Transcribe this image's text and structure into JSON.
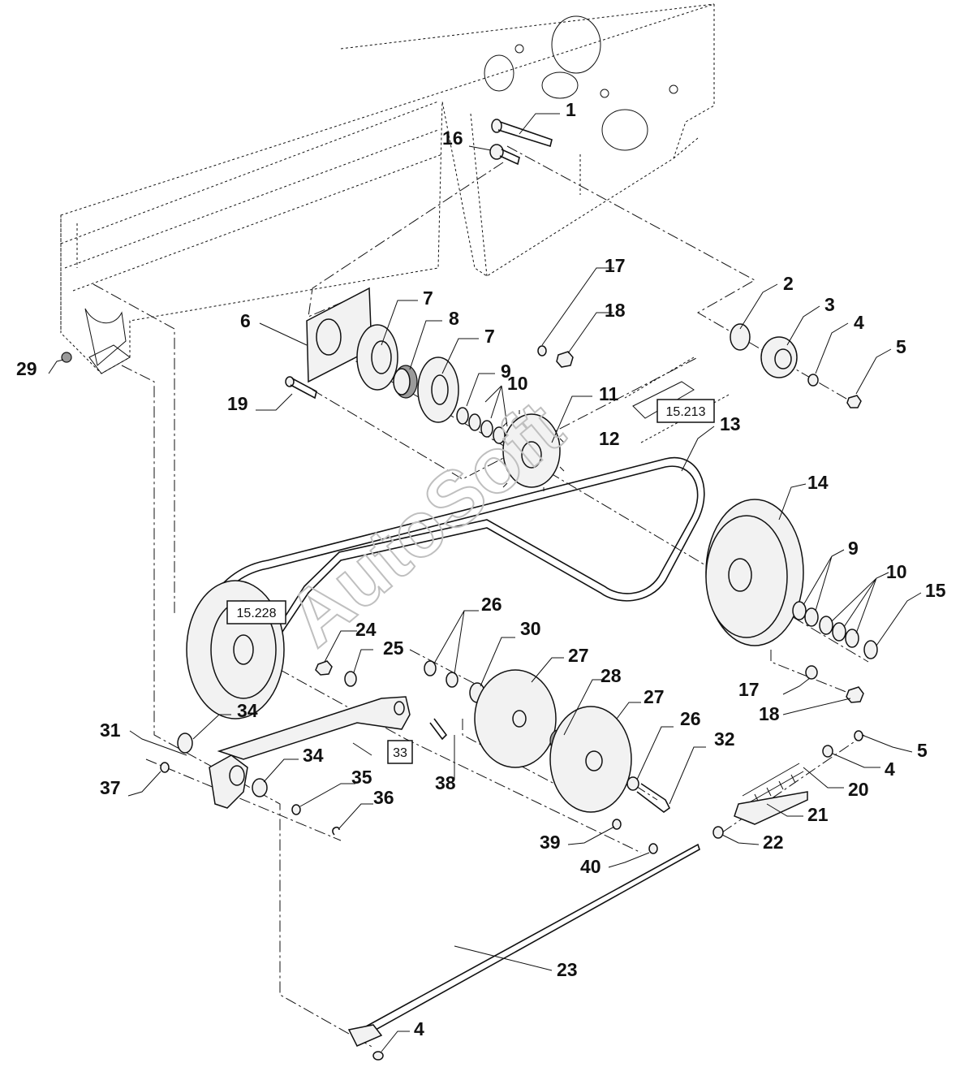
{
  "diagram": {
    "watermark": "AutoSoft",
    "reference_boxes": [
      "15.213",
      "15.228",
      "33"
    ],
    "callouts": [
      "1",
      "2",
      "3",
      "4",
      "5",
      "6",
      "7",
      "8",
      "7",
      "9",
      "10",
      "11",
      "12",
      "13",
      "14",
      "9",
      "10",
      "15",
      "16",
      "17",
      "18",
      "17",
      "18",
      "19",
      "20",
      "21",
      "22",
      "23",
      "24",
      "25",
      "26",
      "26",
      "27",
      "27",
      "28",
      "29",
      "30",
      "31",
      "32",
      "33",
      "34",
      "34",
      "35",
      "36",
      "37",
      "38",
      "39",
      "40",
      "4",
      "5",
      "4"
    ]
  }
}
